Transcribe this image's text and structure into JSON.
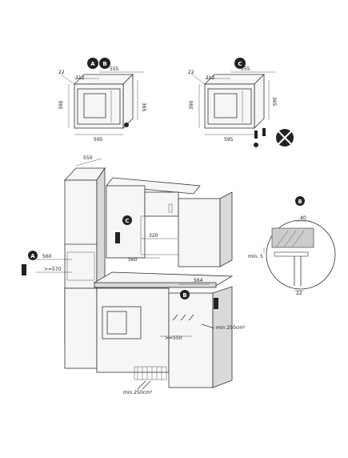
{
  "badges": {
    "a": "A",
    "b": "B",
    "c": "C"
  },
  "top_left": {
    "depth": "312",
    "side": "22",
    "width_top": "555",
    "height_left": "390",
    "height_right": "365",
    "width_bottom": "595"
  },
  "top_right": {
    "depth": "312",
    "side": "22",
    "width_top": "555",
    "height_left": "390",
    "height_right": "365",
    "width_bottom": "595"
  },
  "kitchen": {
    "top_depth": "550",
    "c_depth": "320",
    "c_width": "560",
    "a_width": "560",
    "a_depth": ">=570",
    "b_width": "564",
    "b_depth": ">=550",
    "b_vent": "min\n250cm²",
    "floor_vent": "min\n250cm²"
  },
  "detail": {
    "dim_top": "40",
    "dim_left": "min. 5",
    "dim_bottom": "22"
  }
}
